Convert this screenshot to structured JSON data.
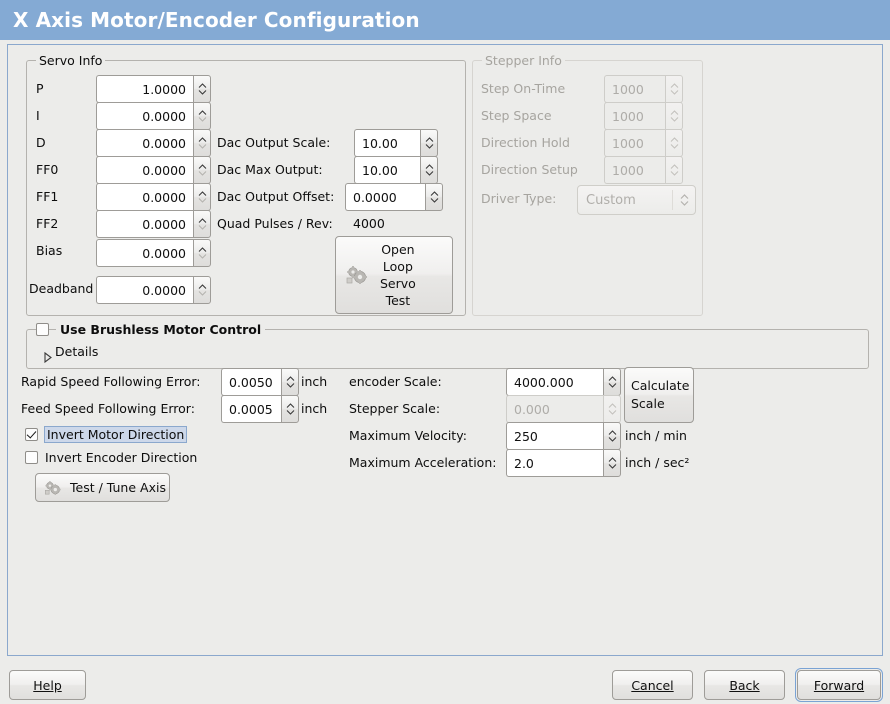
{
  "window": {
    "title": "X Axis Motor/Encoder Configuration",
    "accent": "#84aad4",
    "bg": "#ececea"
  },
  "servo": {
    "legend": "Servo Info",
    "rows": [
      {
        "label": "P",
        "value": "1.0000"
      },
      {
        "label": "I",
        "value": "0.0000"
      },
      {
        "label": "D",
        "value": "0.0000"
      },
      {
        "label": "FF0",
        "value": "0.0000"
      },
      {
        "label": "FF1",
        "value": "0.0000"
      },
      {
        "label": "FF2",
        "value": "0.0000"
      },
      {
        "label": "Bias",
        "value": "0.0000"
      },
      {
        "label": "Deadband",
        "value": "0.0000"
      }
    ],
    "dac_output_scale": {
      "label": "Dac Output Scale:",
      "value": "10.00"
    },
    "dac_max_output": {
      "label": "Dac Max Output:",
      "value": "10.00"
    },
    "dac_output_offset": {
      "label": "Dac Output Offset:",
      "value": "0.0000"
    },
    "quad_pulses": {
      "label": "Quad Pulses / Rev:",
      "value": "4000"
    },
    "open_loop_button": {
      "line1": "Open",
      "line2": "Loop",
      "line3": "Servo",
      "line4": "Test",
      "icon": "gears-icon"
    }
  },
  "stepper": {
    "legend": "Stepper Info",
    "disabled": true,
    "rows": [
      {
        "label": "Step On-Time",
        "value": "1000"
      },
      {
        "label": "Step Space",
        "value": "1000"
      },
      {
        "label": "Direction Hold",
        "value": "1000"
      },
      {
        "label": "Direction Setup",
        "value": "1000"
      }
    ],
    "driver_type": {
      "label": "Driver Type:",
      "value": "Custom"
    }
  },
  "brushless": {
    "checkbox_label": "Use Brushless Motor Control",
    "checked": false,
    "details_label": "Details",
    "details_expanded": false
  },
  "tuning": {
    "rapid_following_error": {
      "label": "Rapid Speed Following Error:",
      "value": "0.0050",
      "unit": "inch"
    },
    "feed_following_error": {
      "label": "Feed Speed Following Error:",
      "value": "0.0005",
      "unit": "inch"
    },
    "invert_motor": {
      "label": "Invert Motor Direction",
      "checked": true,
      "focused": true
    },
    "invert_encoder": {
      "label": "Invert Encoder Direction",
      "checked": false,
      "focused": false
    },
    "test_tune_button": {
      "label": "Test / Tune Axis",
      "icon": "gears-icon"
    }
  },
  "scales": {
    "encoder_scale": {
      "label": "encoder Scale:",
      "value": "4000.000",
      "disabled": false
    },
    "stepper_scale": {
      "label": "Stepper Scale:",
      "value": "0.000",
      "disabled": true
    },
    "max_velocity": {
      "label": "Maximum Velocity:",
      "value": "250",
      "unit": "inch / min",
      "mnemonic": "V"
    },
    "max_accel": {
      "label": "Maximum Acceleration:",
      "value": "2.0",
      "unit": "inch / sec²",
      "mnemonic": "A"
    },
    "calculate_button": {
      "line1": "Calculate",
      "line2": "Scale"
    }
  },
  "footer": {
    "help": {
      "label": "Help",
      "mnemonic": "H"
    },
    "cancel": {
      "label": "Cancel",
      "mnemonic": "C"
    },
    "back": {
      "label": "Back",
      "mnemonic": "B"
    },
    "forward": {
      "label": "Forward",
      "mnemonic": "F",
      "focused": true
    }
  }
}
